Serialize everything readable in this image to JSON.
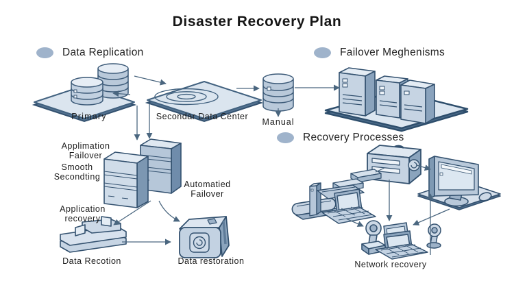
{
  "title": "Disaster Recovery Plan",
  "palette": {
    "outline": "#3c5a78",
    "arrow": "#4a667f",
    "fill_light": "#dde6f0",
    "fill_mid": "#c5d3e2",
    "fill_dark": "#8ba4bd",
    "bullet": "#9fb3cb",
    "text": "#1b1b1b"
  },
  "sections": [
    {
      "id": "data-replication",
      "label": "Data Replication"
    },
    {
      "id": "failover-mechanisms",
      "label": "Failover Meghenisms"
    },
    {
      "id": "recovery-processes",
      "label": "Recovery Processes"
    }
  ],
  "nodes": {
    "primary": "Primary",
    "secondary_dc": "Secondar Data Center",
    "manual": "Manual",
    "application_failover": "Applimation Failover",
    "smooth_seconding": "Smooth Secondting",
    "automated_failover": "Automatied Failover",
    "application_recovery": "Application recovery",
    "data_recotion": "Data Recotion",
    "data_restoration": "Data restoration",
    "network_recovery": "Network recovery"
  }
}
